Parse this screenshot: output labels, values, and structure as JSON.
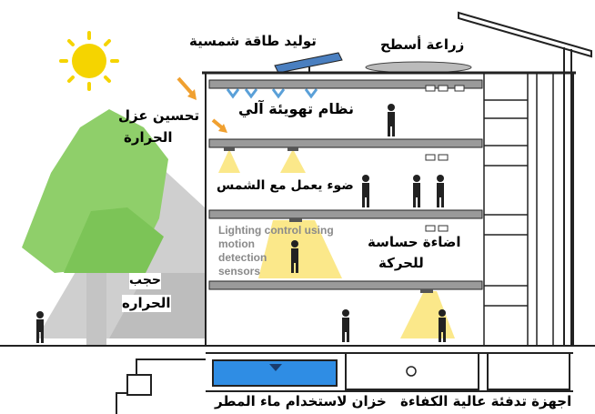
{
  "labels": {
    "solar_generation": "توليد طاقة شمسية",
    "roof_farming": "زراعة أسطح",
    "thermal_insulation_1": "تحسين عزل",
    "thermal_insulation_2": "الحرارة",
    "auto_ventilation": "نظام تهويئة آلي",
    "sunlight_lighting": "ضوء يعمل مع الشمس",
    "motion_control_1": "Lighting control using",
    "motion_control_2": "motion",
    "motion_control_3": "detection",
    "motion_control_4": "sensors",
    "motion_lighting_1": "اضاءة حساسة",
    "motion_lighting_2": "للحركة",
    "heat_block_1": "حجب",
    "heat_block_2": "الحراره",
    "rain_tank": "خزان لاستخدام ماء المطر",
    "heating_devices": "اجهزة تدفئة عالية الكفاءة"
  },
  "colors": {
    "sun": "#f5d400",
    "tree": "#8fcf6a",
    "shadow": "#c9c9c9",
    "water": "#2f8de4",
    "light_beam": "#fbe88a",
    "arrow": "#f0a030",
    "vent": "#5aa0d8",
    "panel": "#4a7fc0"
  },
  "icons": [
    "sun-icon",
    "solar-panel-icon",
    "vent-fan-icon",
    "arrow-icon",
    "lamp-icon",
    "person-icon"
  ]
}
